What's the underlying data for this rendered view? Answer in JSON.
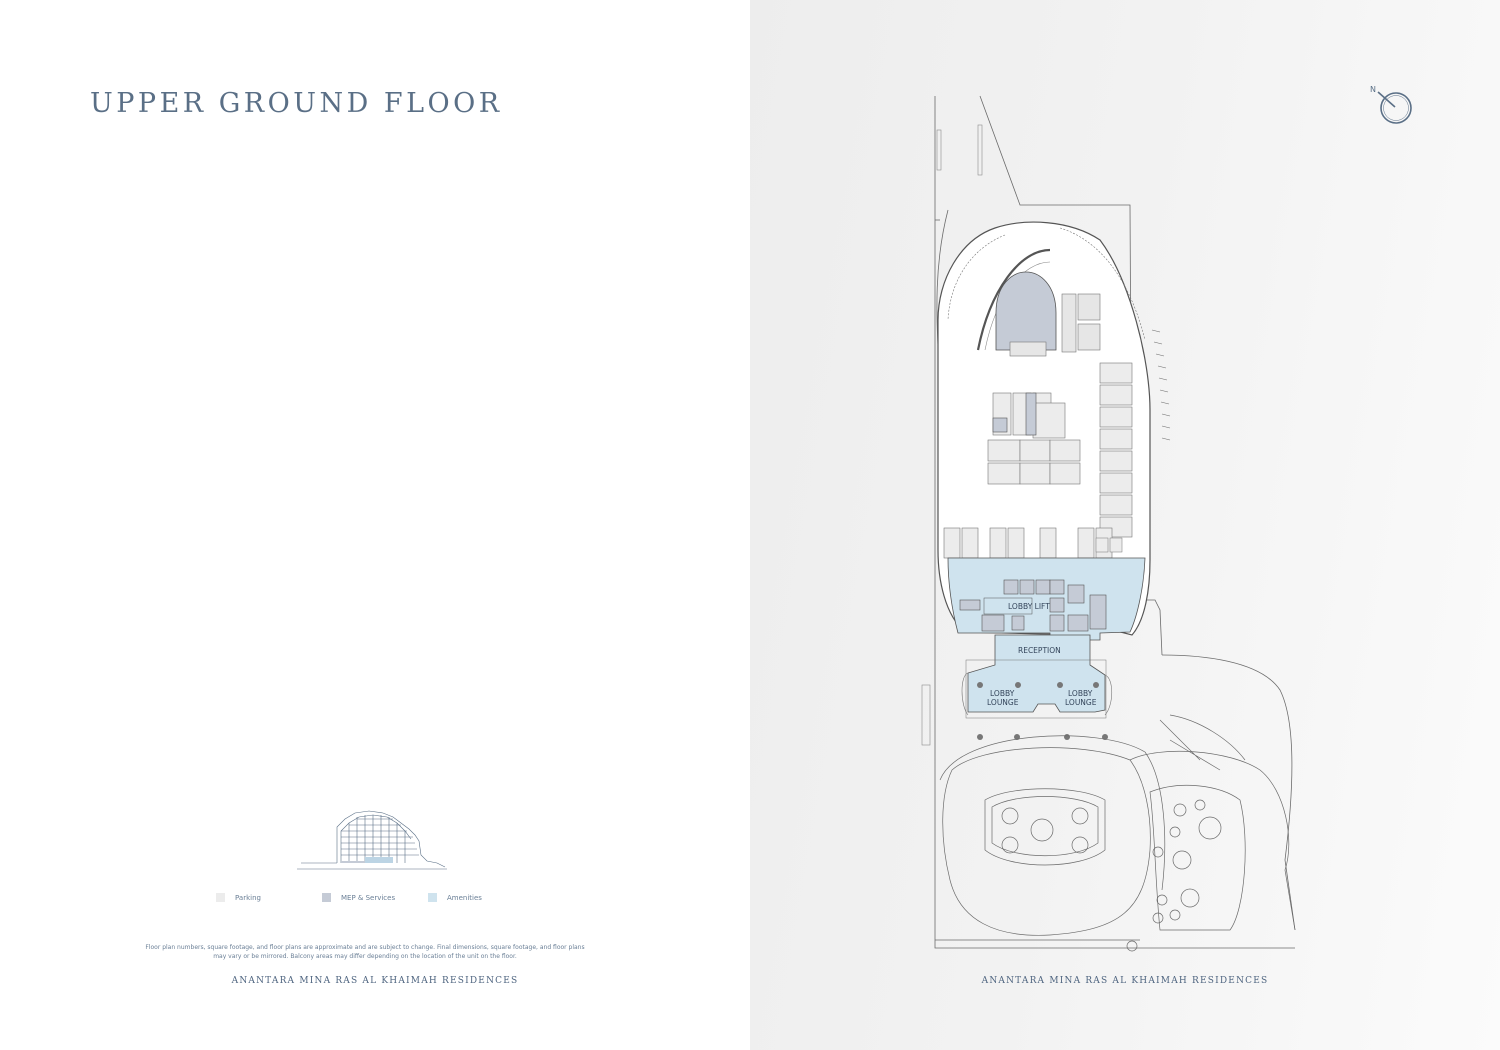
{
  "page_title": "UPPER GROUND FLOOR",
  "legend": [
    {
      "label": "Parking",
      "color": "#ececec"
    },
    {
      "label": "MEP & Services",
      "color": "#c5cbd6"
    },
    {
      "label": "Amenities",
      "color": "#cfe3ee"
    }
  ],
  "disclaimer_line1": "Floor plan numbers, square footage, and floor plans are approximate and are subject to change. Final dimensions, square footage, and floor plans",
  "disclaimer_line2": "may vary or be mirrored. Balcony areas may differ depending on the location of the unit on the floor.",
  "footer_left": "ANANTARA MINA RAS AL KHAIMAH RESIDENCES",
  "footer_right": "ANANTARA MINA RAS AL KHAIMAH RESIDENCES",
  "compass_label": "N",
  "plan_labels": {
    "lobby_lift": "LOBBY LIFT",
    "reception": "RECEPTION",
    "lobby_lounge_left_1": "LOBBY",
    "lobby_lounge_left_2": "LOUNGE",
    "lobby_lounge_right_1": "LOBBY",
    "lobby_lounge_right_2": "LOUNGE"
  }
}
